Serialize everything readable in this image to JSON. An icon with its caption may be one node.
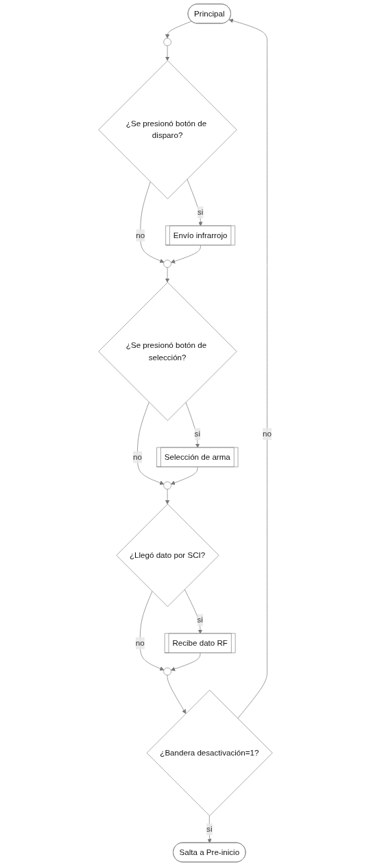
{
  "diagram": {
    "nodes": [
      {
        "text": [
          "Principal"
        ]
      },
      {
        "text": [],
        "shape": "circle"
      },
      {
        "text": [
          "¿Se presionó botón de disparo?"
        ]
      },
      {
        "text": [
          "Envío infrarrojo"
        ]
      },
      {
        "text": [],
        "shape": "circle"
      },
      {
        "text": [
          "¿Se presionó botón de selección?"
        ]
      },
      {
        "text": [
          "Selección de arma"
        ]
      },
      {
        "text": [],
        "shape": "circle"
      },
      {
        "text": [
          "¿Llegó dato por SCI?"
        ]
      },
      {
        "text": [
          "Recibe dato RF"
        ]
      },
      {
        "text": [],
        "shape": "circle"
      },
      {
        "text": [
          "¿Bandera desactivación=1?"
        ]
      },
      {
        "text": [
          "Salta a Pre-inicio"
        ]
      }
    ],
    "edges": [
      {
        "from": 0,
        "to": 1,
        "arrow": "to"
      },
      {
        "from": 1,
        "to": 2,
        "arrow": "to"
      },
      {
        "from": 2,
        "to": 3,
        "arrow": "to",
        "label": "si"
      },
      {
        "from": 2,
        "to": 4,
        "arrow": "to",
        "label": "no"
      },
      {
        "from": 3,
        "to": 4,
        "arrow": "to"
      },
      {
        "from": 4,
        "to": 5,
        "arrow": "to"
      },
      {
        "from": 5,
        "to": 6,
        "arrow": "to",
        "label": "si"
      },
      {
        "from": 5,
        "to": 7,
        "arrow": "to",
        "label": "no"
      },
      {
        "from": 6,
        "to": 7,
        "arrow": "to"
      },
      {
        "from": 7,
        "to": 8,
        "arrow": "to"
      },
      {
        "from": 8,
        "to": 9,
        "arrow": "to",
        "label": "si"
      },
      {
        "from": 8,
        "to": 10,
        "arrow": "to",
        "label": "no"
      },
      {
        "from": 9,
        "to": 10,
        "arrow": "to"
      },
      {
        "from": 10,
        "to": 11,
        "arrow": "to"
      },
      {
        "from": 11,
        "to": 12,
        "arrow": "to",
        "label": "si"
      },
      {
        "from": 11,
        "to": 0,
        "arrow": "to",
        "label": "no"
      }
    ]
  }
}
